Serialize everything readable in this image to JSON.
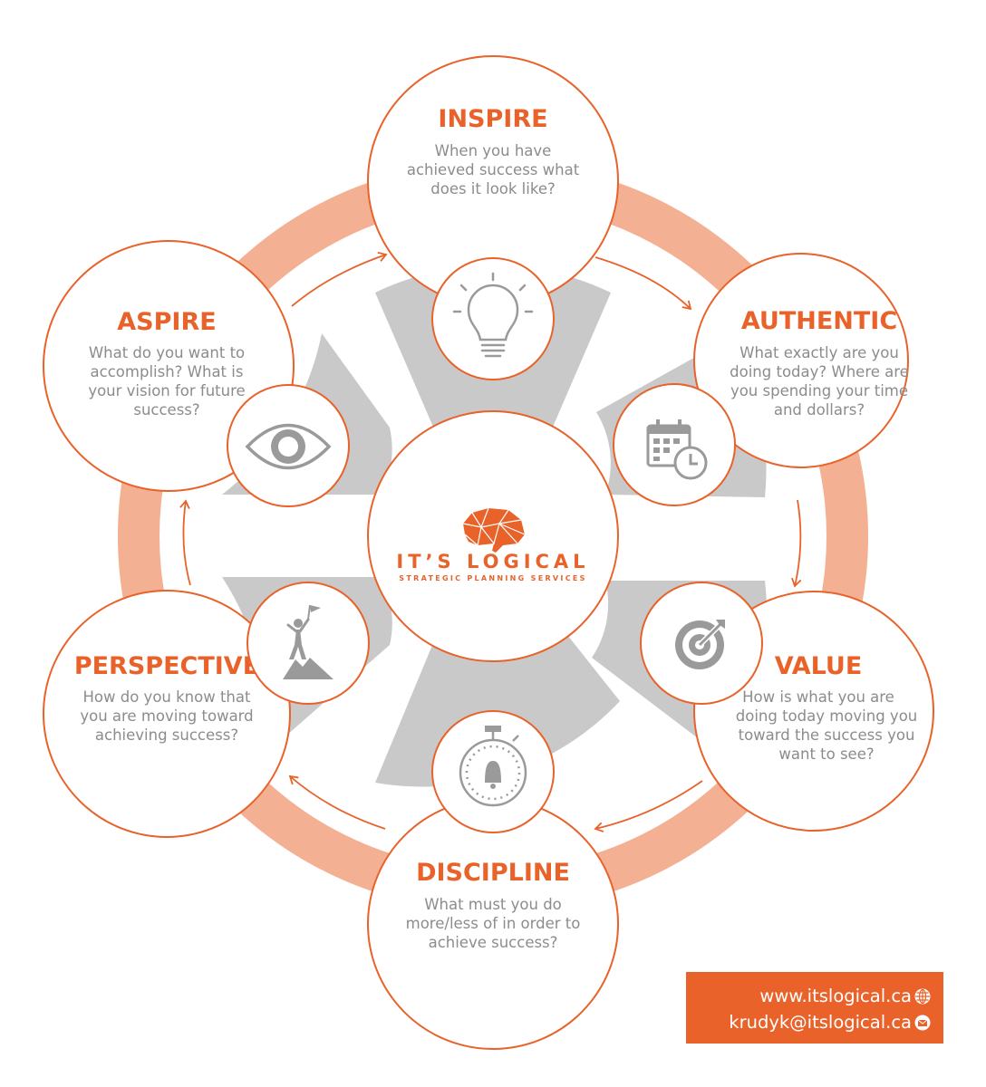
{
  "steps": [
    {
      "title": "INSPIRE",
      "lines": [
        "When you have",
        "achieved success what",
        "does it look like?"
      ],
      "icon": "lightbulb-icon"
    },
    {
      "title": "AUTHENTIC",
      "lines": [
        "What exactly are you",
        "doing today? Where are",
        "you spending your time",
        "and dollars?"
      ],
      "icon": "calendar-clock-icon"
    },
    {
      "title": "VALUE",
      "lines": [
        "How is what you are",
        "doing today moving you",
        "toward the success you",
        "want to see?"
      ],
      "icon": "target-icon"
    },
    {
      "title": "DISCIPLINE",
      "lines": [
        "What must you do",
        "more/less of in order to",
        "achieve success?"
      ],
      "icon": "stopwatch-icon"
    },
    {
      "title": "PERSPECTIVE",
      "lines": [
        "How do you know that",
        "you are moving toward",
        "achieving success?"
      ],
      "icon": "summit-flag-icon"
    },
    {
      "title": "ASPIRE",
      "lines": [
        "What do you want to",
        "accomplish? What is",
        "your vision for future",
        "success?"
      ],
      "icon": "eye-icon"
    }
  ],
  "logo": {
    "name": "IT’S LOGICAL",
    "tagline": "STRATEGIC PLANNING SERVICES",
    "icon": "brain-icon"
  },
  "contact": {
    "website": "www.itslogical.ca",
    "email": "krudyk@itslogical.ca",
    "website_icon": "globe-icon",
    "email_icon": "mail-icon"
  },
  "colors": {
    "accent": "#e8622a",
    "ring": "#f4b093",
    "segment": "#c9c9c9",
    "text": "#8c8c8c",
    "icon": "#9a9a9a"
  }
}
